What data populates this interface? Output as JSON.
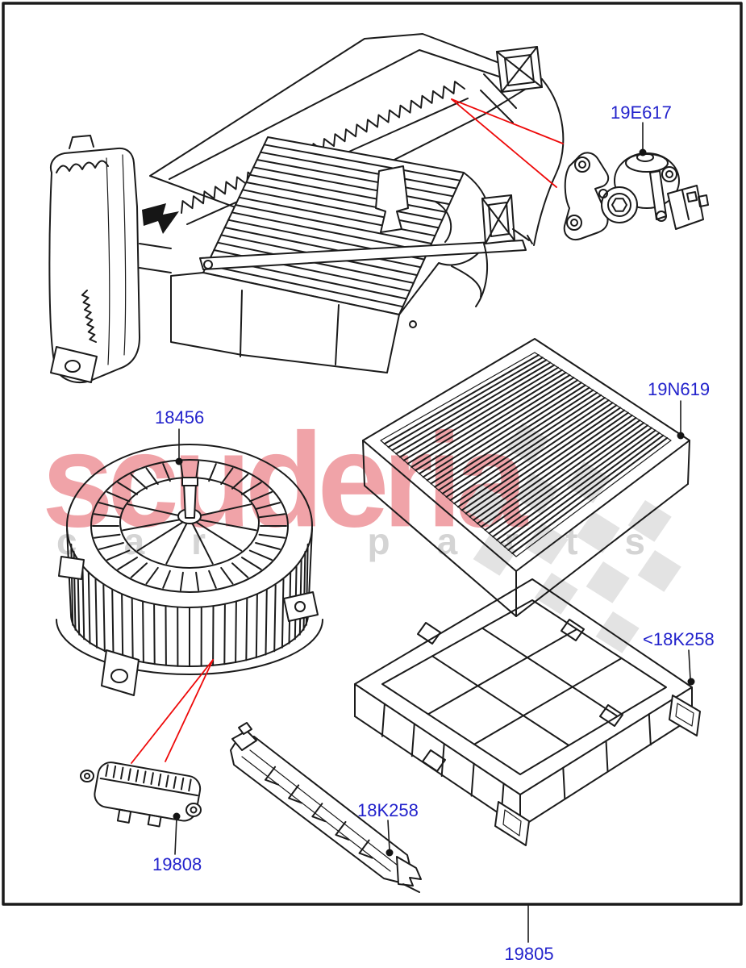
{
  "diagram": {
    "kind": "exploded-parts-line-drawing",
    "border_shown": true
  },
  "colors": {
    "line": "#1b1b1b",
    "label_blue": "#2323cc",
    "leader_red": "#ee0a0a",
    "watermark_pink": "#f0a3a8",
    "watermark_gray": "#d4d4d4",
    "flag_gray": "#e3e3e3",
    "background": "#ffffff",
    "border": "#1a1a1a"
  },
  "watermark": {
    "brand": "scuderia",
    "tagline_words": [
      "car",
      "parts"
    ],
    "flag_icon": "checkered-flag"
  },
  "parts": [
    {
      "code": "19E617",
      "component": "servo-motor"
    },
    {
      "code": "18456",
      "component": "blower-motor"
    },
    {
      "code": "19N619",
      "component": "cabin-air-filter"
    },
    {
      "code": "<18K258",
      "component": "filter-housing-frame"
    },
    {
      "code": "18K258",
      "component": "filter-cover-strip"
    },
    {
      "code": "19808",
      "component": "blower-resistor"
    },
    {
      "code": "19805",
      "component": "heater-assembly"
    }
  ]
}
